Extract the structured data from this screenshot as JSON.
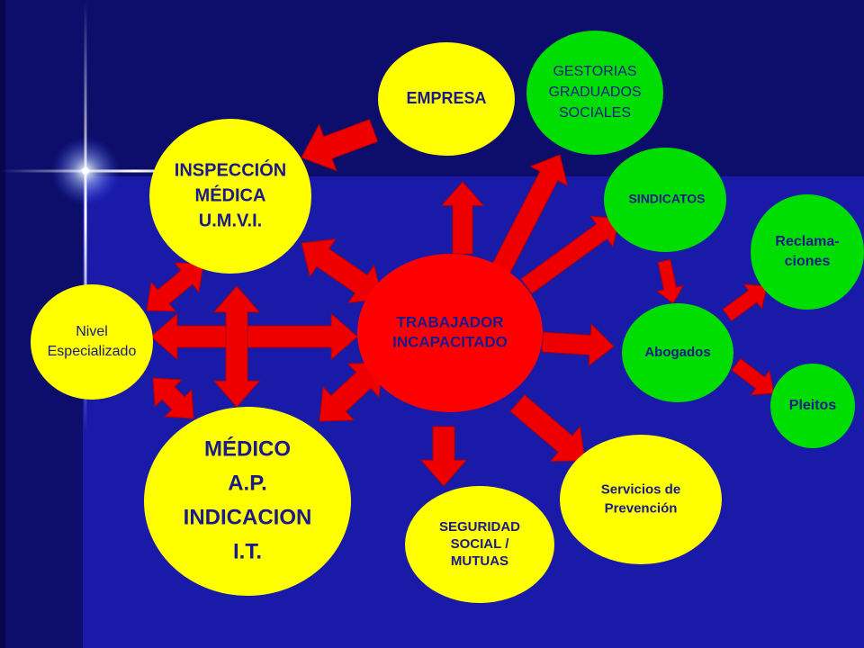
{
  "colors": {
    "background_dark": "#0d0d6b",
    "background_light": "#1a1aa8",
    "yellow": "#ffff00",
    "red": "#ff0000",
    "green": "#00dd00",
    "arrow": "#ee0000",
    "text": "#1a1a8a"
  },
  "nodes": [
    {
      "id": "trabajador",
      "color": "red",
      "lines": [
        "TRABAJADOR",
        "INCAPACITADO"
      ],
      "bold": true
    },
    {
      "id": "empresa",
      "color": "yellow",
      "lines": [
        "EMPRESA"
      ],
      "bold": true
    },
    {
      "id": "inspeccion",
      "color": "yellow",
      "lines": [
        "INSPECCIÓN",
        "MÉDICA",
        "U.M.V.I."
      ],
      "bold": true
    },
    {
      "id": "nivel",
      "color": "yellow",
      "lines": [
        "Nivel",
        "Especializado"
      ],
      "bold": false
    },
    {
      "id": "medico",
      "color": "yellow",
      "lines": [
        "MÉDICO",
        "A.P.",
        "INDICACION",
        "I.T."
      ],
      "bold": true
    },
    {
      "id": "seguridad",
      "color": "yellow",
      "lines": [
        "SEGURIDAD",
        "SOCIAL /",
        "MUTUAS"
      ],
      "bold": true
    },
    {
      "id": "servicios",
      "color": "yellow",
      "lines": [
        "Servicios de",
        "Prevención"
      ],
      "bold": true
    },
    {
      "id": "gestorias",
      "color": "green",
      "lines": [
        "GESTORIAS",
        "GRADUADOS",
        "SOCIALES"
      ],
      "bold": false
    },
    {
      "id": "sindicatos",
      "color": "green",
      "lines": [
        "SINDICATOS"
      ],
      "bold": true
    },
    {
      "id": "abogados",
      "color": "green",
      "lines": [
        "Abogados"
      ],
      "bold": true
    },
    {
      "id": "reclamaciones",
      "color": "green",
      "lines": [
        "Reclama-",
        "ciones"
      ],
      "bold": true
    },
    {
      "id": "pleitos",
      "color": "green",
      "lines": [
        "Pleitos"
      ],
      "bold": true
    }
  ],
  "arrows": [
    {
      "id": "empresa-to-inspeccion",
      "double": false
    },
    {
      "id": "trabajador-to-empresa",
      "double": false
    },
    {
      "id": "trabajador-to-gestorias",
      "double": false
    },
    {
      "id": "trabajador-to-sindicatos",
      "double": false
    },
    {
      "id": "trabajador-to-abogados",
      "double": false
    },
    {
      "id": "sindicatos-to-abogados",
      "double": false
    },
    {
      "id": "abogados-to-reclamaciones",
      "double": false
    },
    {
      "id": "abogados-to-pleitos",
      "double": false
    },
    {
      "id": "trabajador-to-seguridad",
      "double": false
    },
    {
      "id": "trabajador-to-servicios",
      "double": false
    },
    {
      "id": "inspeccion-trabajador",
      "double": true
    },
    {
      "id": "nivel-trabajador",
      "double": true
    },
    {
      "id": "medico-trabajador",
      "double": true
    },
    {
      "id": "nivel-inspeccion",
      "double": true
    },
    {
      "id": "inspeccion-medico",
      "double": true
    },
    {
      "id": "nivel-medico",
      "double": true
    }
  ]
}
